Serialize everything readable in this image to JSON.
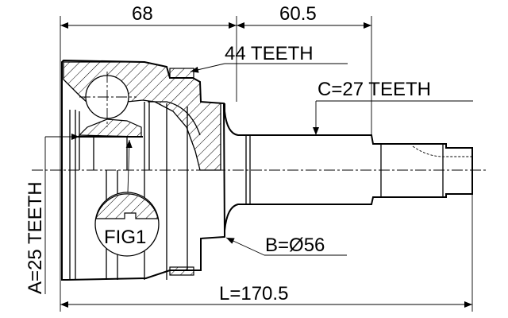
{
  "dimensions": {
    "housing_length": "68",
    "shaft_length": "60.5",
    "total_length": "L=170.5"
  },
  "callouts": {
    "abs_ring_teeth": "44 TEETH",
    "outer_spline": "C=27 TEETH",
    "inner_spline": "A=25 TEETH",
    "seal_diameter": "B=Ø56",
    "detail_figure": "FIG1"
  }
}
